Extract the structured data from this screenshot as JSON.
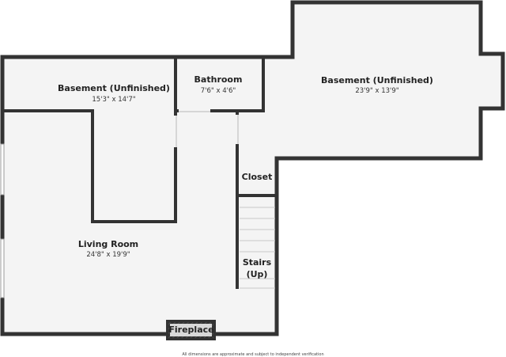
{
  "rooms": {
    "basement_left": {
      "name": "Basement (Unfinished)",
      "dims": "15'3\" x 14'7\""
    },
    "bathroom": {
      "name": "Bathroom",
      "dims": "7'6\" x 4'6\""
    },
    "basement_right": {
      "name": "Basement (Unfinished)",
      "dims": "23'9\" x 13'9\""
    },
    "closet": {
      "name": "Closet"
    },
    "living_room": {
      "name": "Living Room",
      "dims": "24'8\" x 19'9\""
    },
    "stairs": {
      "line1": "Stairs",
      "line2": "(Up)"
    },
    "fireplace": {
      "name": "Fireplace"
    }
  },
  "footer": {
    "note": "All dimensions are approximate and subject to independent verification"
  },
  "colors": {
    "wall": "#333333",
    "floor": "#f4f4f4",
    "background": "#ffffff"
  }
}
